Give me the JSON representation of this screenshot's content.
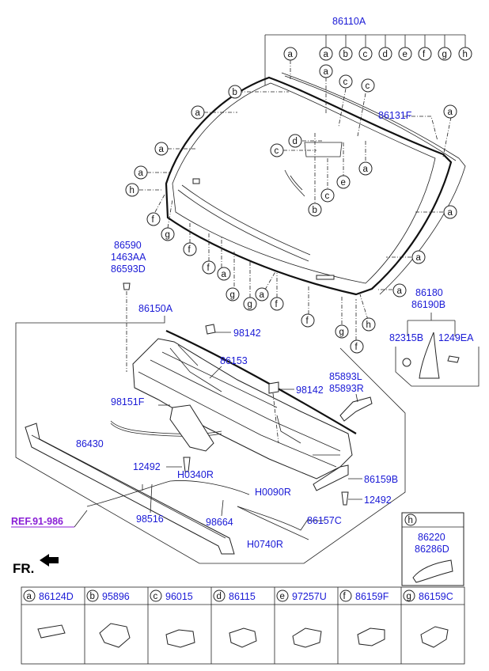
{
  "callouts": {
    "p86110A": "86110A",
    "p86131F": "86131F",
    "p86590": "86590",
    "p1463AA": "1463AA",
    "p86593D": "86593D",
    "p86150A": "86150A",
    "p98142a": "98142",
    "p98142b": "98142",
    "p86153": "86153",
    "p85893L": "85893L",
    "p85893R": "85893R",
    "p98151F": "98151F",
    "p86430": "86430",
    "p12492a": "12492",
    "p12492b": "12492",
    "pH0340R": "H0340R",
    "pH0090R": "H0090R",
    "p86159B": "86159B",
    "p98516": "98516",
    "p98664": "98664",
    "p86157C": "86157C",
    "pH0740R": "H0740R",
    "p86180": "86180",
    "p86190B": "86190B",
    "p82315B": "82315B",
    "p1249EA": "1249EA",
    "p86220": "86220",
    "p86286D": "86286D"
  },
  "ref_label": "REF.91-986",
  "front_label": "FR.",
  "inset_h": {
    "letter": "h"
  },
  "legend": [
    {
      "letter": "a",
      "part": "86124D"
    },
    {
      "letter": "b",
      "part": "95896"
    },
    {
      "letter": "c",
      "part": "96015"
    },
    {
      "letter": "d",
      "part": "86115"
    },
    {
      "letter": "e",
      "part": "97257U"
    },
    {
      "letter": "f",
      "part": "86159F"
    },
    {
      "letter": "g",
      "part": "86159C"
    }
  ],
  "top_letters": [
    "a",
    "a",
    "b",
    "c",
    "d",
    "e",
    "f",
    "g",
    "h"
  ],
  "letters": {
    "l1": "a",
    "l2": "b",
    "l3": "a",
    "l4": "a",
    "l5": "a",
    "l6": "h",
    "l7": "f",
    "l8": "g",
    "l9": "f",
    "l10": "f",
    "l11": "a",
    "l12": "g",
    "l13": "g",
    "l14": "a",
    "l15": "f",
    "l16": "f",
    "l17": "g",
    "l18": "f",
    "l19": "h",
    "l20": "a",
    "l21": "a",
    "l22": "a",
    "l23": "a",
    "l24": "c",
    "l25": "c",
    "l26": "a",
    "l27": "d",
    "l28": "c",
    "l29": "b",
    "l30": "c",
    "l31": "e",
    "l32": "a"
  }
}
